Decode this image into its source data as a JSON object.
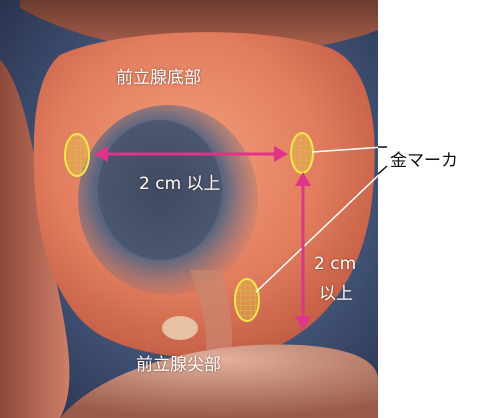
{
  "labels": {
    "prostate_base": "前立腺底部",
    "horizontal_distance": "2 cm 以上",
    "vertical_distance_line1": "2 cm",
    "vertical_distance_line2": "以上",
    "prostate_apex": "前立腺尖部",
    "gold_marker": "金マーカ"
  },
  "colors": {
    "arrow": "#e0338a",
    "marker": "#f3e84a",
    "tissue": "#d9735a",
    "tumor": "#55657a",
    "background": "#4a5a7a"
  },
  "markers": [
    "gold-marker-left",
    "gold-marker-right",
    "gold-marker-lower"
  ]
}
